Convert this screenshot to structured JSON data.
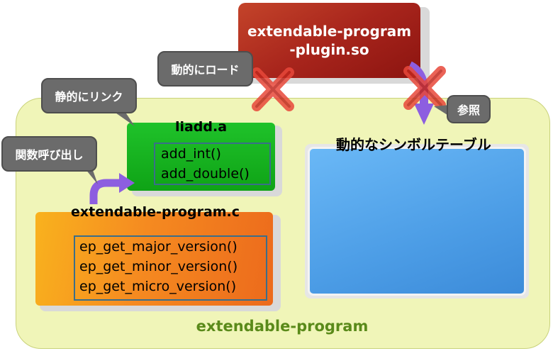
{
  "program": {
    "label": "extendable-program"
  },
  "plugin": {
    "line1": "extendable-program",
    "line2": "-plugin.so"
  },
  "library": {
    "title": "liadd.a",
    "functions": [
      "add_int()",
      "add_double()"
    ]
  },
  "source": {
    "title": "extendable-program.c",
    "functions": [
      "ep_get_major_version()",
      "ep_get_minor_version()",
      "ep_get_micro_version()"
    ]
  },
  "symbol_table": {
    "title": "動的なシンボルテーブル"
  },
  "callouts": {
    "dynamic_load": "動的にロード",
    "static_link": "静的にリンク",
    "function_call": "関数呼び出し",
    "reference": "参照"
  },
  "colors": {
    "program_bg": "#f0f5b8",
    "plugin": "#a8251c",
    "library": "#1fc22a",
    "source": "#f58a20",
    "symbol_table": "#4c9de6",
    "arrow": "#8d5ee0",
    "cross": "#e8483a",
    "callout": "#6b6b6b"
  },
  "icons": [
    "curved-arrow-icon",
    "cross-mark-icon",
    "down-arrow-icon"
  ]
}
